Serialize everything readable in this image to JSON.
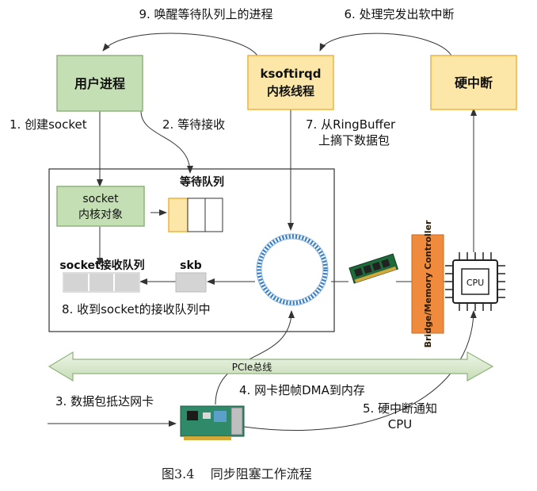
{
  "nodes": {
    "user_process": "用户进程",
    "ksoftirqd_line1": "ksoftirqd",
    "ksoftirqd_line2": "内核线程",
    "hardirq": "硬中断",
    "socket_obj_line1": "socket",
    "socket_obj_line2": "内核对象",
    "wait_queue": "等待队列",
    "socket_recv_queue": "socket接收队列",
    "skb": "skb",
    "bridge_controller": "Bridge/Memory Controller",
    "cpu": "CPU",
    "pcie_bus": "PCIe总线"
  },
  "steps": {
    "s1": "1. 创建socket",
    "s2": "2. 等待接收",
    "s3": "3. 数据包抵达网卡",
    "s4": "4. 网卡把帧DMA到内存",
    "s5_line1": "5. 硬中断通知",
    "s5_line2": "CPU",
    "s6": "6. 处理完发出软中断",
    "s7_line1": "7. 从RingBuffer",
    "s7_line2": "上摘下数据包",
    "s8": "8. 收到socket的接收队列中",
    "s9": "9. 唤醒等待队列上的进程"
  },
  "caption": "图3.4    同步阻塞工作流程",
  "colors": {
    "green_fill": "#c5dfb5",
    "green_stroke": "#8fb27d",
    "orange_fill": "#fde7a8",
    "orange_stroke": "#f0b43c",
    "gray_fill": "#d4d4d4",
    "bridge_fill": "#f08a3c",
    "ring_stroke": "#3b7fc4",
    "bus_fill": "#d8e8cc"
  },
  "icons": [
    "ram-module-icon",
    "network-card-icon",
    "cpu-chip-icon"
  ]
}
